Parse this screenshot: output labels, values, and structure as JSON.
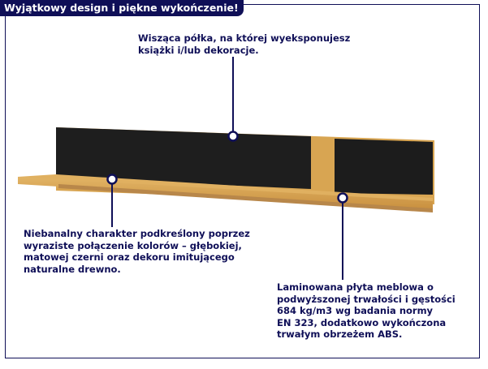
{
  "title": "Wyjątkowy design i piękne wykończenie!",
  "colors": {
    "accent": "#0f0f57",
    "wood": "#d9a653",
    "panel": "#1f1f1f"
  },
  "callouts": {
    "top": [
      "Wisząca półka, na której wyeksponujesz",
      "książki i/lub dekoracje."
    ],
    "left": [
      "Niebanalny charakter podkreślony poprzez",
      "wyraziste połączenie kolorów – głębokiej,",
      "matowej czerni oraz dekoru imitującego",
      "naturalne drewno."
    ],
    "right": [
      "Laminowana płyta meblowa o",
      "podwyższonej trwałości i gęstości",
      "684 kg/m3 wg badania normy",
      "EN 323, dodatkowo wykończona",
      "trwałym obrzeżem ABS."
    ]
  }
}
